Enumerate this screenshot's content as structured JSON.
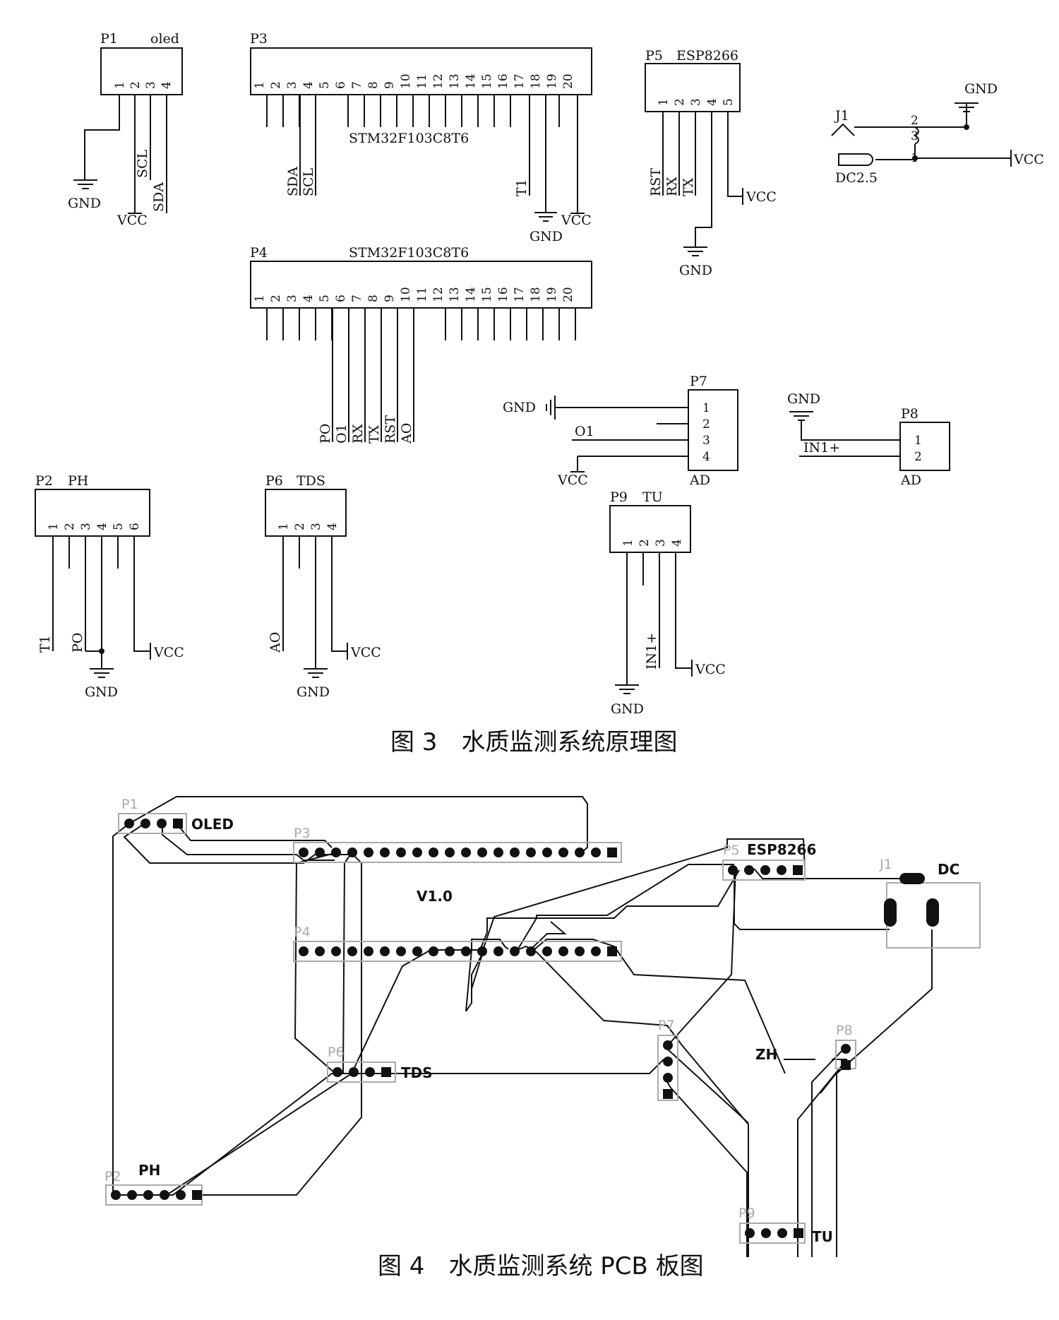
{
  "figure3": {
    "caption": "图 3　水质监测系统原理图",
    "p1": {
      "ref": "P1",
      "name": "oled",
      "pins": [
        "1",
        "2",
        "3",
        "4"
      ],
      "nets": [
        "GND",
        "VCC",
        "SCL",
        "SDA"
      ]
    },
    "p3": {
      "ref": "P3",
      "name": "STM32F103C8T6",
      "pins": [
        "1",
        "2",
        "3",
        "4",
        "5",
        "6",
        "7",
        "8",
        "9",
        "10",
        "11",
        "12",
        "13",
        "14",
        "15",
        "16",
        "17",
        "18",
        "19",
        "20"
      ],
      "nets": [
        "SDA",
        "SCL",
        "T1",
        "GND",
        "VCC"
      ]
    },
    "p4": {
      "ref": "P4",
      "name": "STM32F103C8T6",
      "pins": [
        "1",
        "2",
        "3",
        "4",
        "5",
        "6",
        "7",
        "8",
        "9",
        "10",
        "11",
        "12",
        "13",
        "14",
        "15",
        "16",
        "17",
        "18",
        "19",
        "20"
      ],
      "nets": [
        "PO",
        "O1",
        "RX",
        "TX",
        "RST",
        "AO"
      ]
    },
    "p5": {
      "ref": "P5",
      "name": "ESP8266",
      "pins": [
        "1",
        "2",
        "3",
        "4",
        "5"
      ],
      "nets": [
        "RST",
        "RX",
        "TX",
        "GND",
        "VCC"
      ]
    },
    "j1": {
      "ref": "J1",
      "name": "DC2.5",
      "pin_labels": [
        "2",
        "3",
        "1"
      ],
      "nets": [
        "GND",
        "VCC"
      ]
    },
    "p7": {
      "ref": "P7",
      "name": "AD",
      "pins": [
        "1",
        "2",
        "3",
        "4"
      ],
      "nets": [
        "GND",
        "O1",
        "VCC"
      ]
    },
    "p8": {
      "ref": "P8",
      "name": "AD",
      "pins": [
        "1",
        "2"
      ],
      "nets": [
        "GND",
        "IN1+"
      ]
    },
    "p2": {
      "ref": "P2",
      "name": "PH",
      "pins": [
        "1",
        "2",
        "3",
        "4",
        "5",
        "6"
      ],
      "nets": [
        "T1",
        "PO",
        "GND",
        "VCC"
      ]
    },
    "p6": {
      "ref": "P6",
      "name": "TDS",
      "pins": [
        "1",
        "2",
        "3",
        "4"
      ],
      "nets": [
        "AO",
        "GND",
        "VCC"
      ]
    },
    "p9": {
      "ref": "P9",
      "name": "TU",
      "pins": [
        "1",
        "2",
        "3",
        "4"
      ],
      "nets": [
        "GND",
        "IN1+",
        "VCC"
      ]
    }
  },
  "figure4": {
    "caption": "图 4　水质监测系统 PCB 板图",
    "refs": {
      "p1": "P1",
      "p2": "P2",
      "p3": "P3",
      "p4": "P4",
      "p5": "P5",
      "p6": "P6",
      "p7": "P7",
      "p8": "P8",
      "p9": "P9",
      "j1": "J1"
    },
    "labels": {
      "oled": "OLED",
      "esp": "ESP8266",
      "dc": "DC",
      "tds": "TDS",
      "ph": "PH",
      "tu": "TU",
      "zh": "ZH",
      "version": "V1.0"
    }
  }
}
